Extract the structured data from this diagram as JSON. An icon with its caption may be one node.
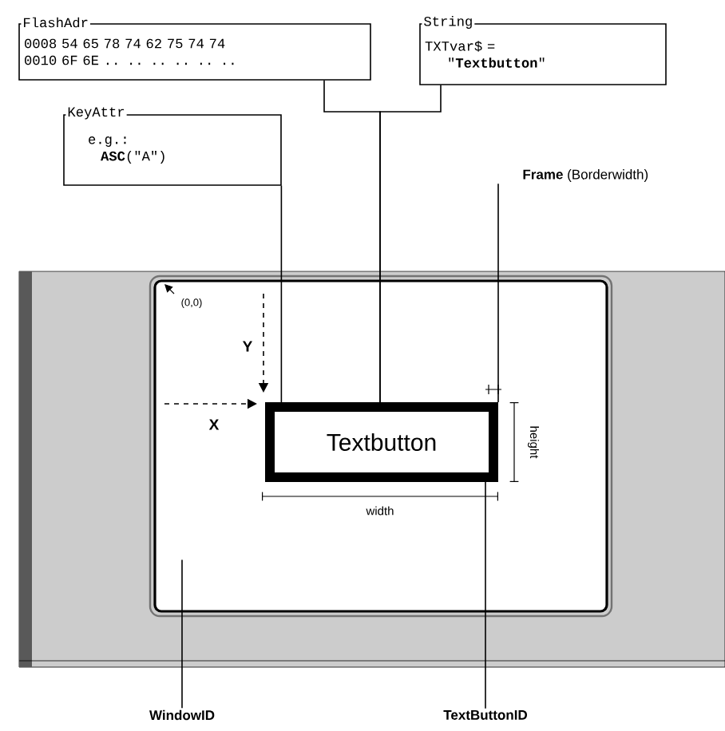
{
  "diagram": {
    "nodes": [
      {
        "text": [
          "FlashAdr",
          "0008 54 65 78 74 62 75 74 74",
          "0010 6F 6E .. .. .. .. .. .."
        ]
      },
      {
        "text": [
          "String",
          "TXTvar$ =",
          "\"**Textbutton**\""
        ]
      },
      {
        "text": [
          "KeyAttr",
          "e.g.:",
          "**ASC**(\"A\")"
        ]
      },
      {
        "text": [
          "**Frame** (Borderwidth)"
        ]
      },
      {
        "text": [],
        "shape": "box"
      },
      {
        "text": [
          "Textbutton"
        ],
        "in": 4
      },
      {
        "text": [
          "WindowID"
        ]
      },
      {
        "text": [
          "TextButtonID"
        ]
      }
    ],
    "edges": [
      {
        "from": 0,
        "to": 5,
        "arrow": "none"
      },
      {
        "from": 1,
        "to": 5,
        "arrow": "none"
      },
      {
        "from": 2,
        "to": 5,
        "arrow": "none"
      },
      {
        "from": 3,
        "to": 5,
        "arrow": "none"
      },
      {
        "from": 6,
        "to": 4,
        "arrow": "none"
      },
      {
        "from": 7,
        "to": 5,
        "arrow": "none"
      }
    ],
    "labels": [
      "(0,0)",
      "Y",
      "X",
      "height",
      "width"
    ]
  }
}
